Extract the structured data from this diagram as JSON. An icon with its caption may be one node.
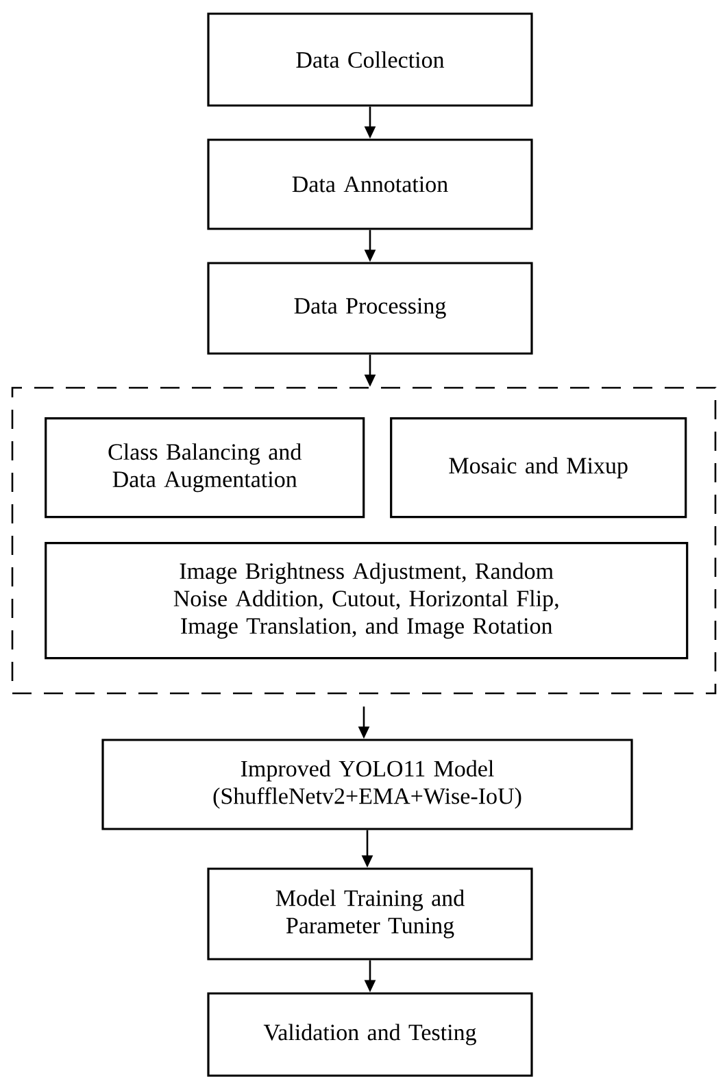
{
  "diagram": {
    "nodes": [
      {
        "text": [
          "Data Collection"
        ]
      },
      {
        "text": [
          "Data Annotation"
        ]
      },
      {
        "text": [
          "Data Processing"
        ]
      },
      {
        "text": [],
        "shape": "box"
      },
      {
        "text": [
          "Class Balancing and Data Augmentation"
        ],
        "in": 3
      },
      {
        "text": [
          "Mosaic and Mixup"
        ],
        "in": 3
      },
      {
        "text": [
          "Image Brightness Adjustment, Random Noise Addition, Cutout, Horizontal Flip, Image Translation, and Image Rotation"
        ],
        "in": 3
      },
      {
        "text": [
          "Improved YOLO11 Model (ShuffleNetv2+EMA+Wise-IoU)"
        ]
      },
      {
        "text": [
          "Model Training and Parameter Tuning"
        ]
      },
      {
        "text": [
          "Validation and Testing"
        ]
      }
    ],
    "edges": [
      {
        "from": 0,
        "to": 1,
        "arrow": "to"
      },
      {
        "from": 1,
        "to": 2,
        "arrow": "to"
      },
      {
        "from": 2,
        "to": 3,
        "arrow": "to"
      },
      {
        "from": 3,
        "to": 7,
        "arrow": "to"
      },
      {
        "from": 7,
        "to": 8,
        "arrow": "to"
      },
      {
        "from": 8,
        "to": 9,
        "arrow": "to"
      }
    ]
  }
}
